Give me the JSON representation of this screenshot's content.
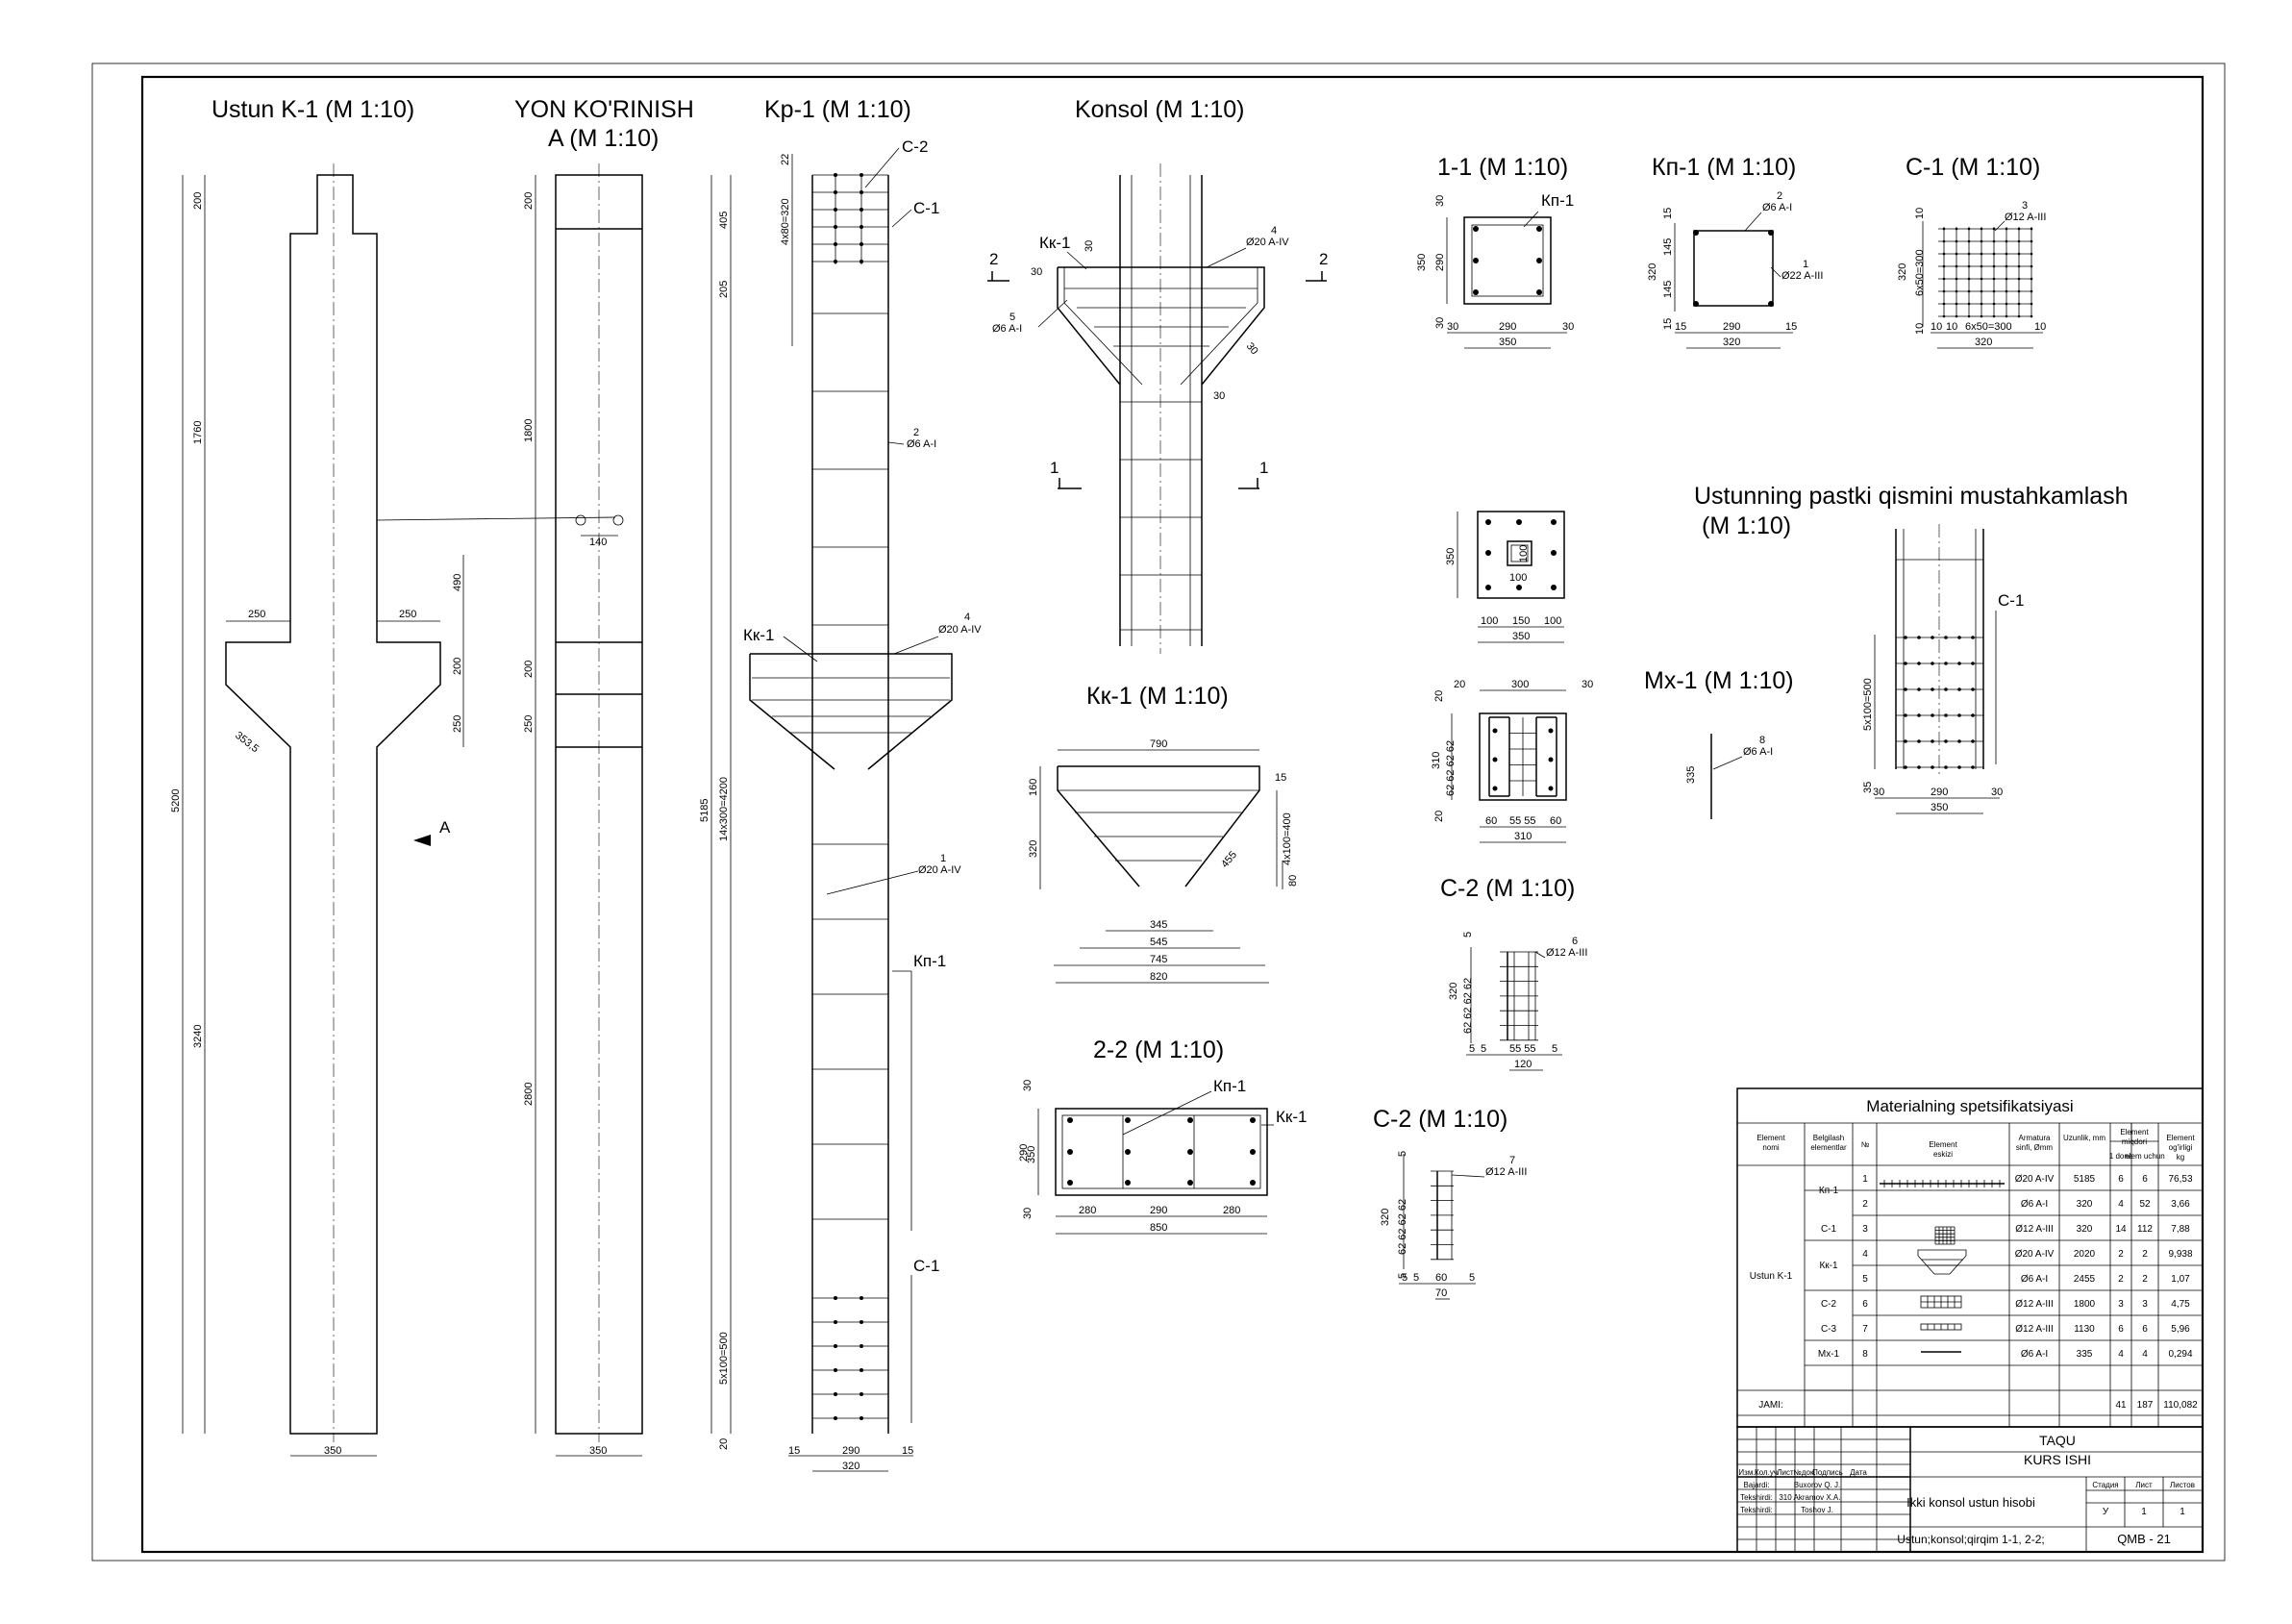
{
  "titles": {
    "k1": "Ustun K-1 (M 1:10)",
    "yon1": "YON KO'RINISH",
    "yon2": "A (M 1:10)",
    "kp": "Kp-1 (M 1:10)",
    "konsol": "Konsol (M 1:10)",
    "s11": "1-1 (M 1:10)",
    "kp1": "Кп-1 (M 1:10)",
    "c1": "C-1 (M 1:10)",
    "ustp1": "Ustunning pastki qismini mustahkamlash",
    "ustp2": "(M 1:10)",
    "kk1": "Кк-1 (M 1:10)",
    "mx1": "Mx-1 (M 1:10)",
    "c2a": "C-2 (M 1:10)",
    "s22": "2-2 (M 1:10)",
    "c2b": "C-2 (M 1:10)"
  },
  "labels": {
    "c2": "C-2",
    "c1": "C-1",
    "kk1": "Кк-1",
    "kp1": "Кп-1",
    "p2": "2",
    "p1": "1",
    "p4": "4",
    "p5": "5",
    "p3": "3",
    "p6": "6",
    "p7": "7",
    "p8": "8",
    "d6a1": "Ø6 A-I",
    "d20a4": "Ø20 A-IV",
    "d22a3": "Ø22 A-III",
    "d12a3": "Ø12 A-III",
    "viewA": "A"
  },
  "dims": {
    "k1_200": "200",
    "k1_1760": "1760",
    "k1_3240": "3240",
    "k1_5200": "5200",
    "k1_250": "250",
    "k1_490": "490",
    "k1_353": "353,5",
    "k1_350": "350",
    "yon_200": "200",
    "yon_1800": "1800",
    "yon_250": "250",
    "yon_2800": "2800",
    "yon_140": "140",
    "yon_350": "350",
    "kp_22": "22",
    "kp_4x80": "4x80=320",
    "kp_405": "405",
    "kp_205": "205",
    "kp_5185": "5185",
    "kp_14x300": "14x300=4200",
    "kp_5x100": "5x100=500",
    "kp_20": "20",
    "kp_15": "15",
    "kp_290": "290",
    "kp_320": "320",
    "ks_30": "30",
    "s11_30": "30",
    "s11_290": "290",
    "s11_350": "350",
    "kpd_15": "15",
    "kpd_145": "145",
    "kpd_320": "320",
    "kpd_290": "290",
    "c1_10": "10",
    "c1_6x50": "6x50=300",
    "c1_320": "320",
    "pl_350": "350",
    "pl_100": "100",
    "pl_150": "150",
    "gr_20": "20",
    "gr_300": "300",
    "gr_30": "30",
    "gr_310": "310",
    "gr_62s": "62 62 62 62",
    "gr_60": "60",
    "gr_55": "55 55",
    "kk_790": "790",
    "kk_15": "15",
    "kk_160": "160",
    "kk_320": "320",
    "kk_4x100": "4x100=400",
    "kk_455": "455",
    "kk_80": "80",
    "kk_345": "345",
    "kk_545": "545",
    "kk_745": "745",
    "kk_820": "820",
    "mx_335": "335",
    "c2_5": "5",
    "c2_320": "320",
    "c2_62s": "62 62 62 62",
    "c2_55": "55 55",
    "c2_120": "120",
    "s22_30": "30",
    "s22_290": "290",
    "s22_350": "350",
    "s22_280": "280",
    "s22_850": "850",
    "c2b_60": "60",
    "c2b_70": "70",
    "up_5x100": "5x100=500",
    "up_35": "35",
    "up_30": "30",
    "up_290": "290",
    "up_350": "350"
  },
  "spec": {
    "title": "Materialning spetsifikatsiyasi",
    "headers": [
      "Element nomi",
      "Belgilash elementlar",
      "№",
      "Element eskizi",
      "Armatura sinfi, Ømm",
      "Uzunlik, mm",
      "Element miqdori",
      "Element og'irligi kg"
    ],
    "sub_headers": [
      "1 dona",
      "elem uchun"
    ],
    "element_name": "Ustun K-1",
    "total_label": "JAMI:",
    "rows": [
      {
        "mark": "Кп-1",
        "no": "1",
        "cls": "Ø20 A-IV",
        "len": "5185",
        "q1": "6",
        "q2": "6",
        "w": "76,53"
      },
      {
        "mark": "",
        "no": "2",
        "cls": "Ø6 A-I",
        "len": "320",
        "q1": "4",
        "q2": "52",
        "w": "3,66"
      },
      {
        "mark": "C-1",
        "no": "3",
        "cls": "Ø12 A-III",
        "len": "320",
        "q1": "14",
        "q2": "112",
        "w": "7,88"
      },
      {
        "mark": "Кк-1",
        "no": "4",
        "cls": "Ø20 A-IV",
        "len": "2020",
        "q1": "2",
        "q2": "2",
        "w": "9,938"
      },
      {
        "mark": "",
        "no": "5",
        "cls": "Ø6 A-I",
        "len": "2455",
        "q1": "2",
        "q2": "2",
        "w": "1,07"
      },
      {
        "mark": "C-2",
        "no": "6",
        "cls": "Ø12 A-III",
        "len": "1800",
        "q1": "3",
        "q2": "3",
        "w": "4,75"
      },
      {
        "mark": "C-3",
        "no": "7",
        "cls": "Ø12 A-III",
        "len": "1130",
        "q1": "6",
        "q2": "6",
        "w": "5,96"
      },
      {
        "mark": "Mx-1",
        "no": "8",
        "cls": "Ø6 A-I",
        "len": "335",
        "q1": "4",
        "q2": "4",
        "w": "0,294"
      }
    ],
    "totals": {
      "q1": "41",
      "q2": "187",
      "w": "110,082"
    }
  },
  "titleblock": {
    "org": "TAQU",
    "work": "KURS ISHI",
    "topic": "Ikki konsol ustun hisobi",
    "sheet_content": "Ustun;konsol;qirqim 1-1, 2-2;",
    "code": "QMB - 21",
    "col_headers": [
      "Изм.",
      "Кол.уч",
      "Лист",
      "№док.",
      "Подпись",
      "Дата"
    ],
    "roles": [
      "Bajardi:",
      "Tekshirdi:",
      "Tekshirdi:"
    ],
    "groups": [
      "",
      "310",
      ""
    ],
    "names": [
      "Buxorov Q. J.",
      "Akramov X.A.",
      "Toshov J."
    ],
    "stage_headers": [
      "Стадия",
      "Лист",
      "Листов"
    ],
    "stage_values": [
      "У",
      "1",
      "1"
    ]
  }
}
